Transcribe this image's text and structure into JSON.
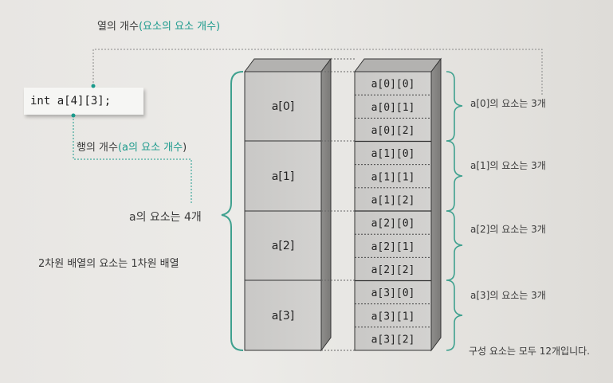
{
  "labels": {
    "col_count_prefix": "열의 개수",
    "col_count_paren": "(요소의 요소 개수)",
    "code": "int a[4][3];",
    "row_count_prefix": "행의 개수",
    "row_count_paren": "(a의 요소 개수",
    "row_count_close": ")",
    "a_elements": "a의 요소는 4개",
    "two_d_note": "2차원 배열의 요소는 1차원 배열",
    "group0": "a[0]의 요소는 3개",
    "group1": "a[1]의 요소는 3개",
    "group2": "a[2]의 요소는 3개",
    "group3": "a[3]의 요소는 3개",
    "total": "구성 요소는 모두 12개입니다."
  },
  "outer": [
    "a[0]",
    "a[1]",
    "a[2]",
    "a[3]"
  ],
  "inner": [
    "a[0][0]",
    "a[0][1]",
    "a[0][2]",
    "a[1][0]",
    "a[1][1]",
    "a[1][2]",
    "a[2][0]",
    "a[2][1]",
    "a[2][2]",
    "a[3][0]",
    "a[3][1]",
    "a[3][2]"
  ],
  "colors": {
    "accent": "#1b9a8c",
    "brace": "#3fa18f",
    "box_fill": "#cfcecc",
    "box_side": "#858482"
  }
}
